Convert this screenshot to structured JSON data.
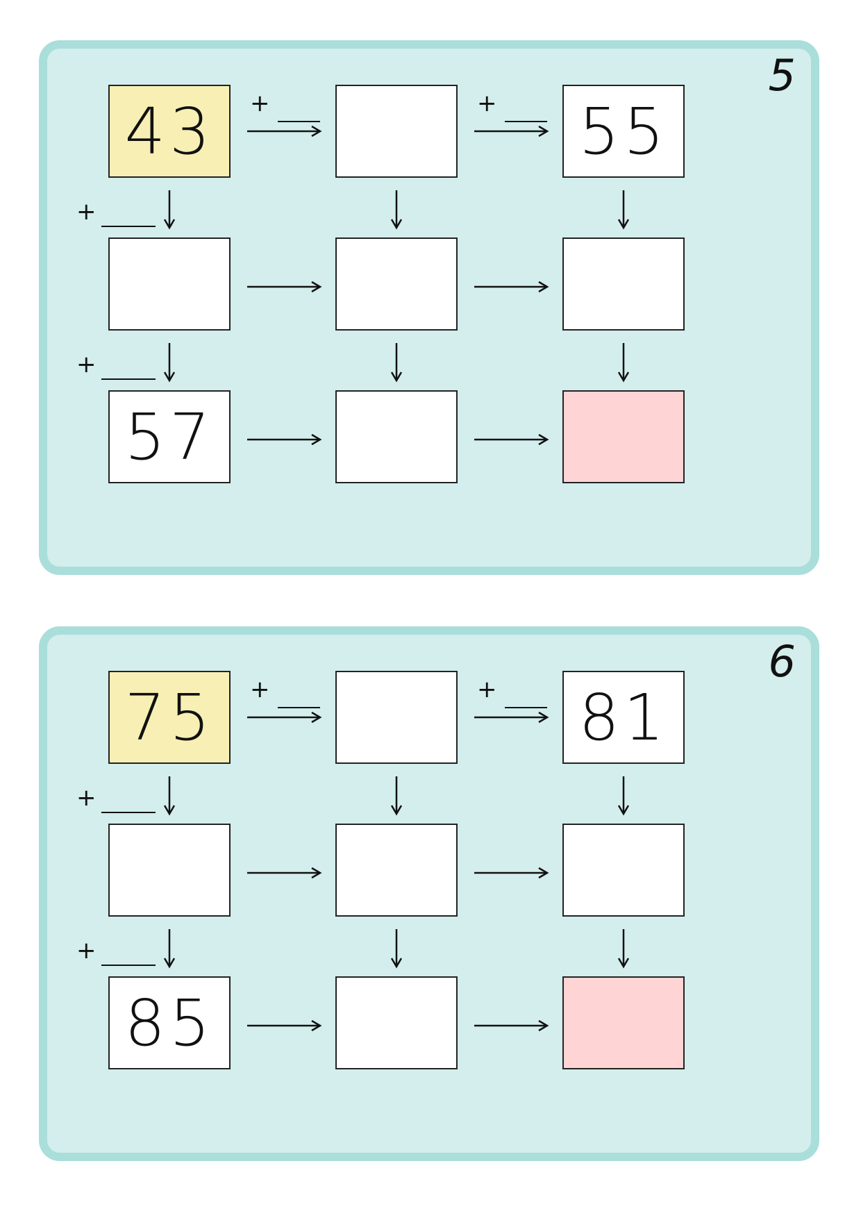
{
  "colors": {
    "card_border": "#a9dedb",
    "card_background": "#d3eeec",
    "start_cell": "#f8efb4",
    "result_cell": "#ffd4d5",
    "empty_cell": "#ffffff"
  },
  "operator_symbol": "+",
  "cards": [
    {
      "number": "5",
      "grid": [
        [
          "43",
          "",
          "55"
        ],
        [
          "",
          "",
          ""
        ],
        [
          "57",
          "",
          ""
        ]
      ]
    },
    {
      "number": "6",
      "grid": [
        [
          "75",
          "",
          "81"
        ],
        [
          "",
          "",
          ""
        ],
        [
          "85",
          "",
          ""
        ]
      ]
    }
  ]
}
